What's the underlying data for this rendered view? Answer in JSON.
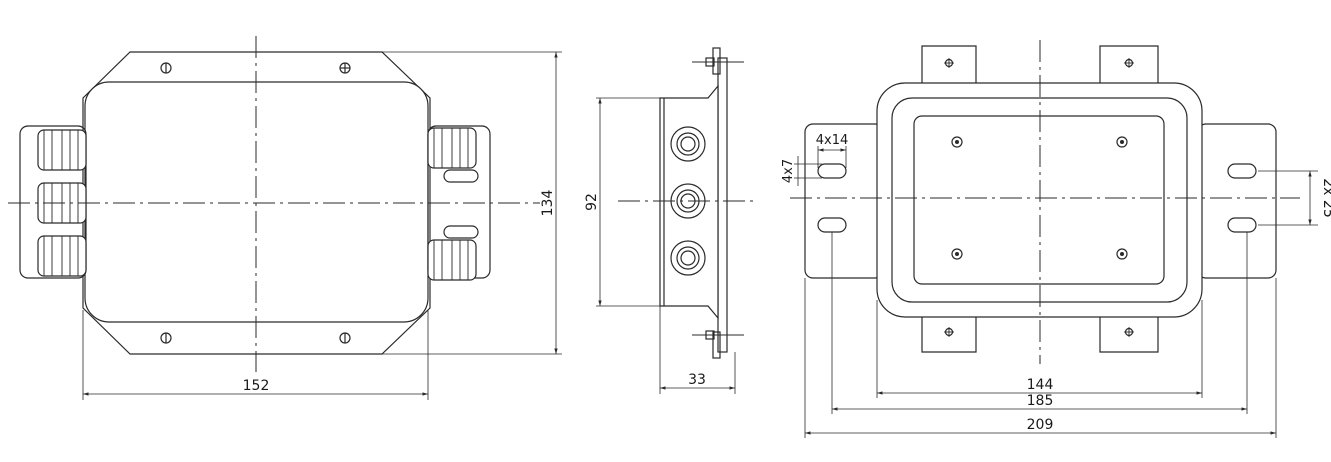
{
  "views": {
    "front": {
      "width_label": "152",
      "height_label": "134"
    },
    "side": {
      "height_label": "92",
      "depth_label": "33"
    },
    "bottom": {
      "slot_size_label": "4x14",
      "slot_width_label": "4x7",
      "slot_spacing_label": "2x 25",
      "inner_width_label": "144",
      "hole_pitch_label": "185",
      "overall_width_label": "209"
    }
  }
}
